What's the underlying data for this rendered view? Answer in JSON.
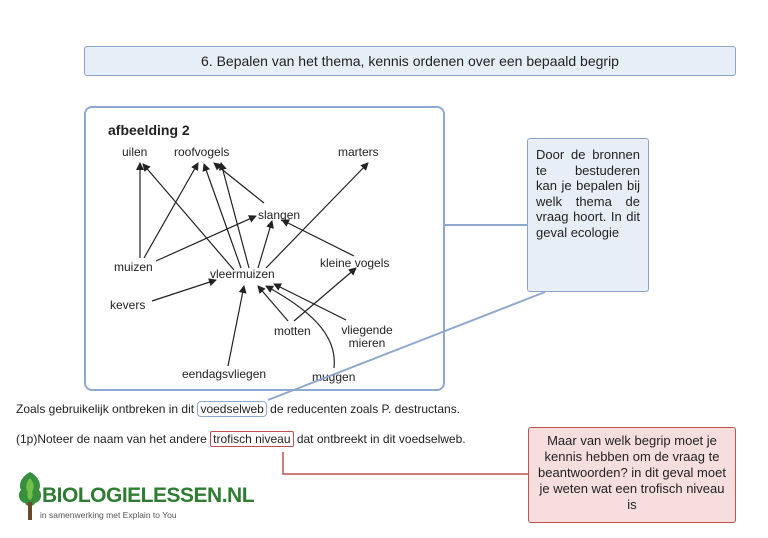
{
  "title": "6. Bepalen van het thema, kennis ordenen over een bepaald begrip",
  "diagram": {
    "title": "afbeelding 2",
    "nodes": {
      "uilen": "uilen",
      "roofvogels": "roofvogels",
      "marters": "marters",
      "slangen": "slangen",
      "muizen": "muizen",
      "kleine_vogels": "kleine vogels",
      "vleermuizen": "vleermuizen",
      "kevers": "kevers",
      "motten": "motten",
      "vliegende_mieren": "vliegende mieren",
      "eendagsvliegen": "eendagsvliegen",
      "muggen": "muggen"
    }
  },
  "side_note": "Door de bronnen te bestuderen kan je bepalen bij welk thema de vraag hoort. In dit geval ecologie",
  "line1": {
    "before": "Zoals gebruikelijk ontbreken in dit ",
    "highlight": "voedselweb",
    "after": " de reducenten zoals P. destructans."
  },
  "line2": {
    "before": "(1p)Noteer de naam van het andere ",
    "highlight": "trofisch niveau",
    "after": " dat ontbreekt in dit voedselweb."
  },
  "red_note": "Maar van welk begrip moet je kennis hebben om de vraag te beantwoorden? in dit geval moet je weten wat een trofisch niveau is",
  "logo": {
    "name": "BIOLOGIELESSEN.NL",
    "tagline": "in samenwerking met Explain to You"
  },
  "colors": {
    "blue_border": "#8fa8cf",
    "red_border": "#c0504d",
    "logo_green": "#2e7d32"
  }
}
